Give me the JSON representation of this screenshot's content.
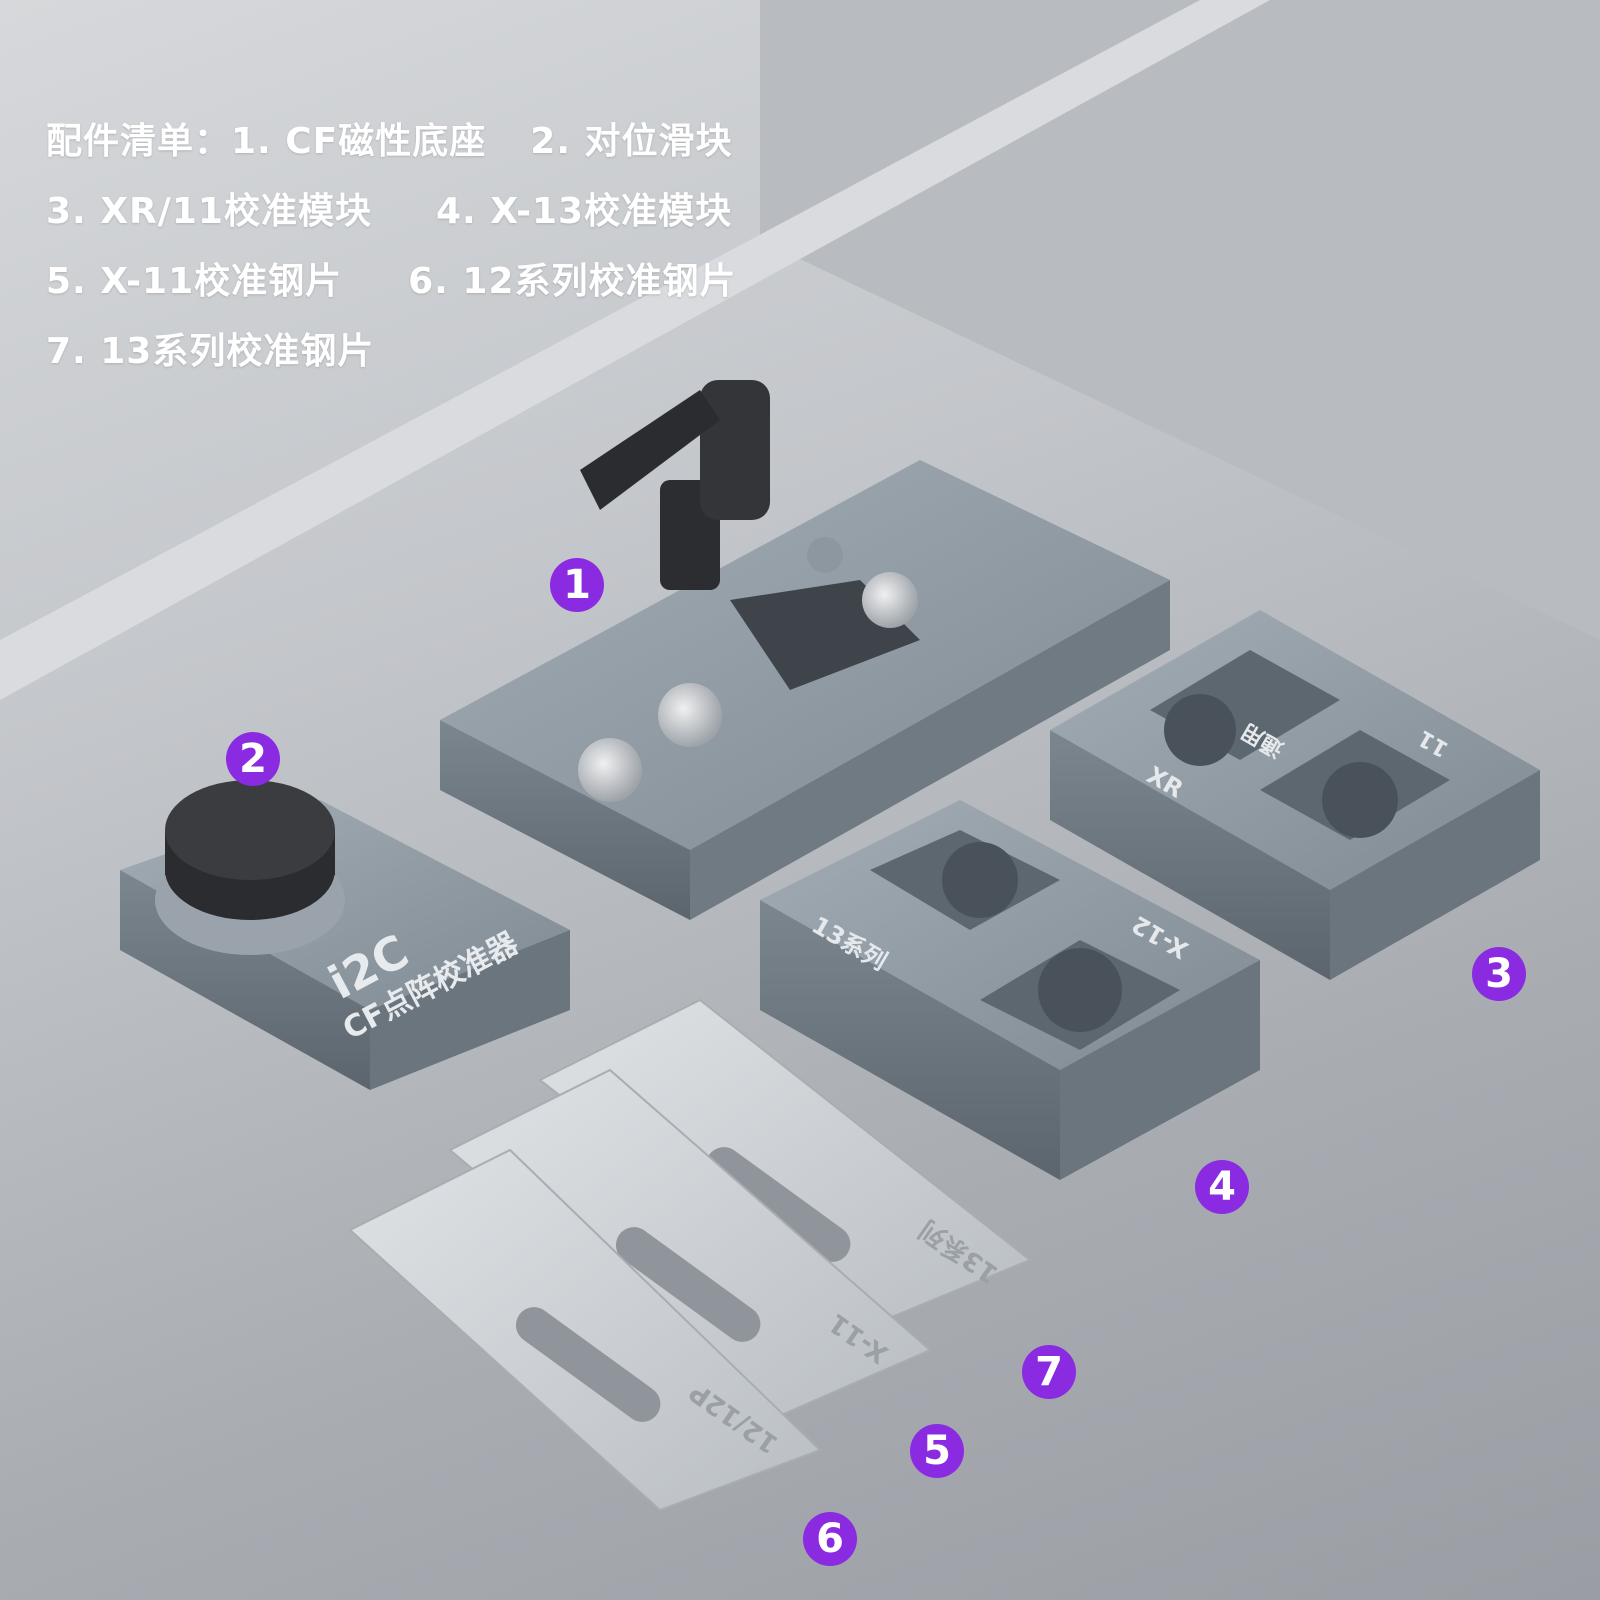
{
  "accessory_list": {
    "line1": {
      "a": "配件清单：1. CF磁性底座",
      "b": "2. 对位滑块"
    },
    "line2": {
      "a": "3. XR/11校准模块",
      "b": "4. X-13校准模块"
    },
    "line3": {
      "a": "5. X-11校准钢片",
      "b": "6. 12系列校准钢片"
    },
    "line4": {
      "a": "7. 13系列校准钢片"
    }
  },
  "badges": [
    "1",
    "2",
    "3",
    "4",
    "5",
    "6",
    "7"
  ],
  "product_markings": {
    "brand": "i2C",
    "slider_name": "CF点阵校准器",
    "module3_left": "XR",
    "module3_mid": "通用",
    "module3_right": "11",
    "module4_left": "13系列",
    "module4_right": "X-12",
    "plate5": "X-11",
    "plate6": "12/12P",
    "plate7": "13系列"
  },
  "colors": {
    "badge": "#8a2be2",
    "metal": "#8f9aa3",
    "metal_dark": "#6a747d",
    "knob": "#2a2c30",
    "steel": "#c9cdd1"
  }
}
